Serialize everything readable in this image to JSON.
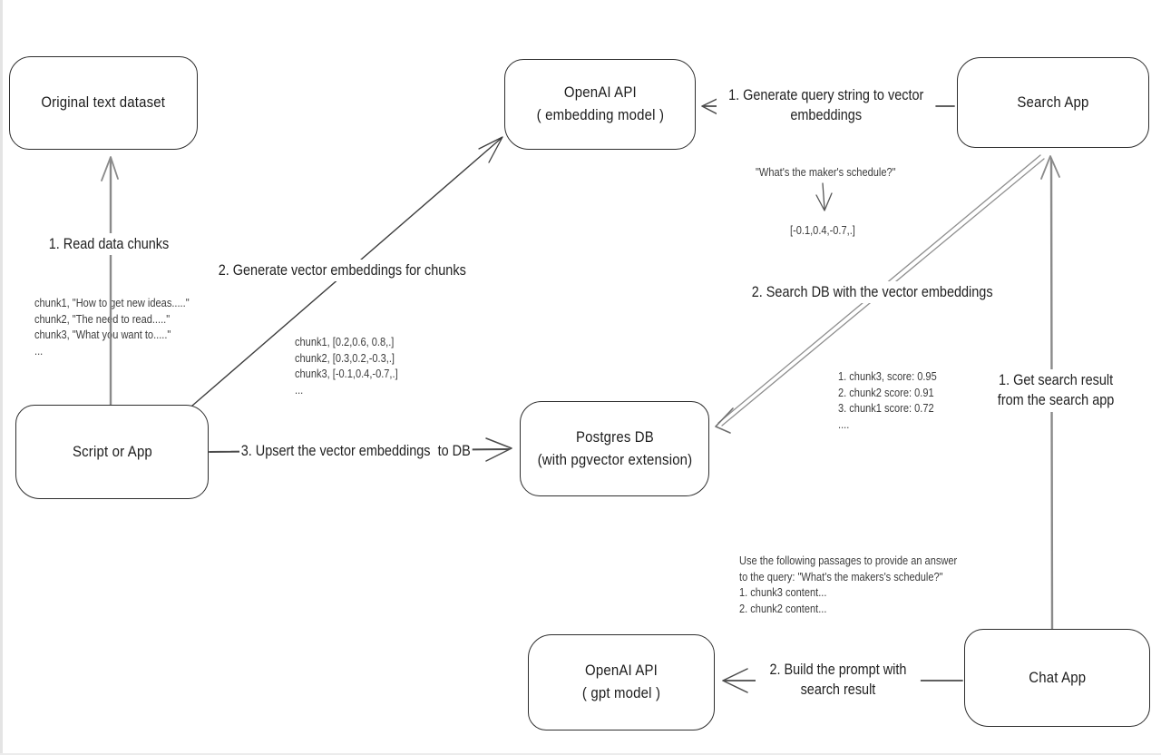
{
  "diagram_title": "RAG vector-embedding architecture sketch",
  "colors": {
    "background": "#ffffff",
    "ink": "#2e2e2e",
    "gray_arrow": "#8a8a8a",
    "dark_arrow": "#454545",
    "annotation_text": "#3c3c3c"
  },
  "nodes": [
    {
      "id": "original-text-dataset",
      "label": "Original text dataset"
    },
    {
      "id": "openai-embedding",
      "label": "OpenAI API\n( embedding model )"
    },
    {
      "id": "search-app",
      "label": "Search App"
    },
    {
      "id": "script-or-app",
      "label": "Script or App"
    },
    {
      "id": "postgres-db",
      "label": "Postgres DB\n(with pgvector extension)"
    },
    {
      "id": "openai-gpt",
      "label": "OpenAI API\n( gpt model )"
    },
    {
      "id": "chat-app",
      "label": "Chat App"
    }
  ],
  "edge_labels": {
    "read_chunks": "1. Read data chunks",
    "gen_embeddings": "2. Generate vector embeddings for chunks",
    "upsert": "3. Upsert the vector embeddings  to DB",
    "gen_query": "1. Generate query string to vector\nembeddings",
    "search_db": "2. Search DB with the vector embeddings",
    "get_result": "1. Get search result\nfrom the search app",
    "build_prompt": "2. Build the prompt with\nsearch result"
  },
  "annotations": {
    "chunk_list": "chunk1, \"How to get new ideas.....\"\nchunk2, \"The need to read.....\"\nchunk3, \"What you want to.....\"\n...",
    "vector_list": "chunk1, [0.2,0.6, 0.8,.]\nchunk2, [0.3,0.2,-0.3,.]\nchunk3, [-0.1,0.4,-0.7,.]\n...",
    "query_string": "\"What's the maker's schedule?\"",
    "query_vector": "[-0.1,0.4,-0.7,.]",
    "scores": "1. chunk3, score: 0.95\n2. chunk2 score: 0.91\n3. chunk1 score: 0.72\n....",
    "prompt": "Use the following passages to provide an answer\nto the query: \"What's the makers's schedule?\"\n1. chunk3 content...\n2. chunk2 content..."
  }
}
